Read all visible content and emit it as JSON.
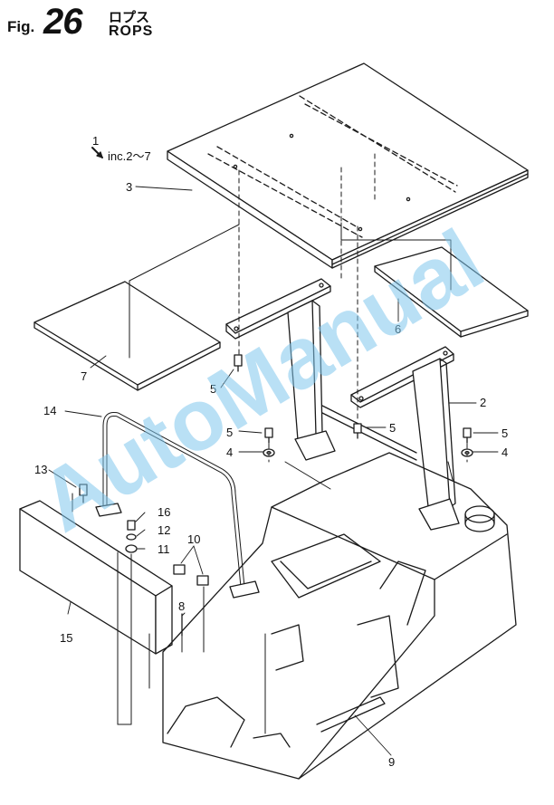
{
  "figure": {
    "prefix": "Fig.",
    "number": "26",
    "title_jp": "ロプス",
    "title_en": "ROPS"
  },
  "callouts": [
    {
      "id": "c1",
      "text": "1"
    },
    {
      "id": "c1inc",
      "text": "inc.2～7"
    },
    {
      "id": "c2",
      "text": "2"
    },
    {
      "id": "c3",
      "text": "3"
    },
    {
      "id": "c4a",
      "text": "4"
    },
    {
      "id": "c4b",
      "text": "4"
    },
    {
      "id": "c5a",
      "text": "5"
    },
    {
      "id": "c5b",
      "text": "5"
    },
    {
      "id": "c5c",
      "text": "5"
    },
    {
      "id": "c5d",
      "text": "5"
    },
    {
      "id": "c6",
      "text": "6"
    },
    {
      "id": "c7",
      "text": "7"
    },
    {
      "id": "c8",
      "text": "8"
    },
    {
      "id": "c9",
      "text": "9"
    },
    {
      "id": "c10",
      "text": "10"
    },
    {
      "id": "c11",
      "text": "11"
    },
    {
      "id": "c12",
      "text": "12"
    },
    {
      "id": "c13",
      "text": "13"
    },
    {
      "id": "c14",
      "text": "14"
    },
    {
      "id": "c15",
      "text": "15"
    },
    {
      "id": "c16",
      "text": "16"
    }
  ],
  "watermark": "AutoManual",
  "colors": {
    "line": "#1a1a1a",
    "watermark": "#7fc7ec",
    "background": "#ffffff"
  }
}
